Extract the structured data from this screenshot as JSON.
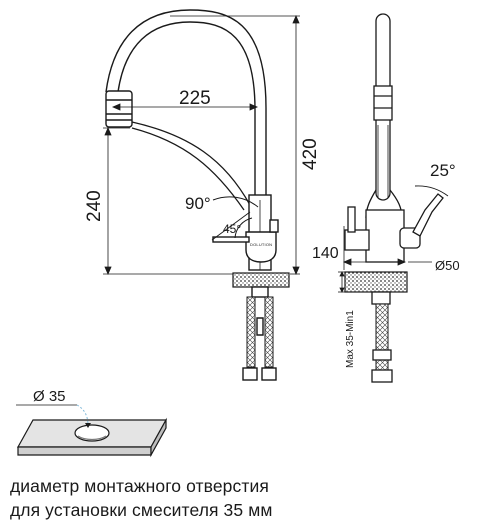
{
  "dimensions": {
    "spout_reach": "225",
    "total_height": "420",
    "spout_height": "240",
    "swivel_angle": "90°",
    "lever_angle": "45°",
    "filter_lever_angle": "25°",
    "base_depth": "140",
    "base_diameter": "Ø50",
    "max_counter_thickness": "Max 35-Min1",
    "hole_diameter": "Ø 35"
  },
  "brand_mark": "DOLUTION",
  "caption": {
    "line1": "диаметр монтажного отверстия",
    "line2": "для установки смесителя 35 мм"
  },
  "colors": {
    "line": "#1a1a1a",
    "arrow_dash": "#7fb8d8",
    "slab_fill": "#dcdcdc"
  }
}
